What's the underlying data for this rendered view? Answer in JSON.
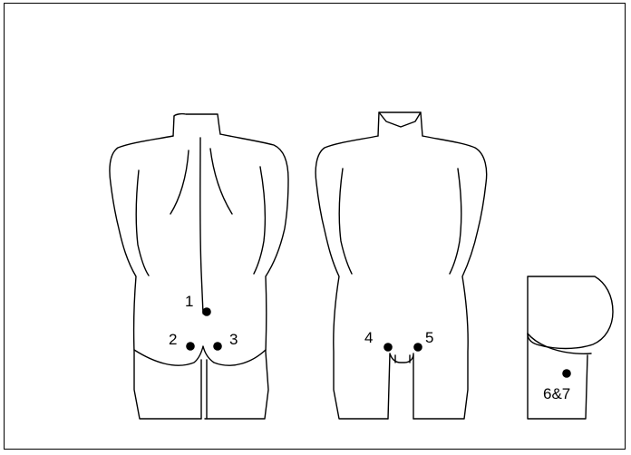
{
  "figure": {
    "points": [
      {
        "id": "p1",
        "label": "1"
      },
      {
        "id": "p2",
        "label": "2"
      },
      {
        "id": "p3",
        "label": "3"
      },
      {
        "id": "p4",
        "label": "4"
      },
      {
        "id": "p5",
        "label": "5"
      },
      {
        "id": "p67",
        "label": "6&7"
      }
    ],
    "colors": {
      "stroke": "#000000",
      "background": "#ffffff"
    }
  }
}
